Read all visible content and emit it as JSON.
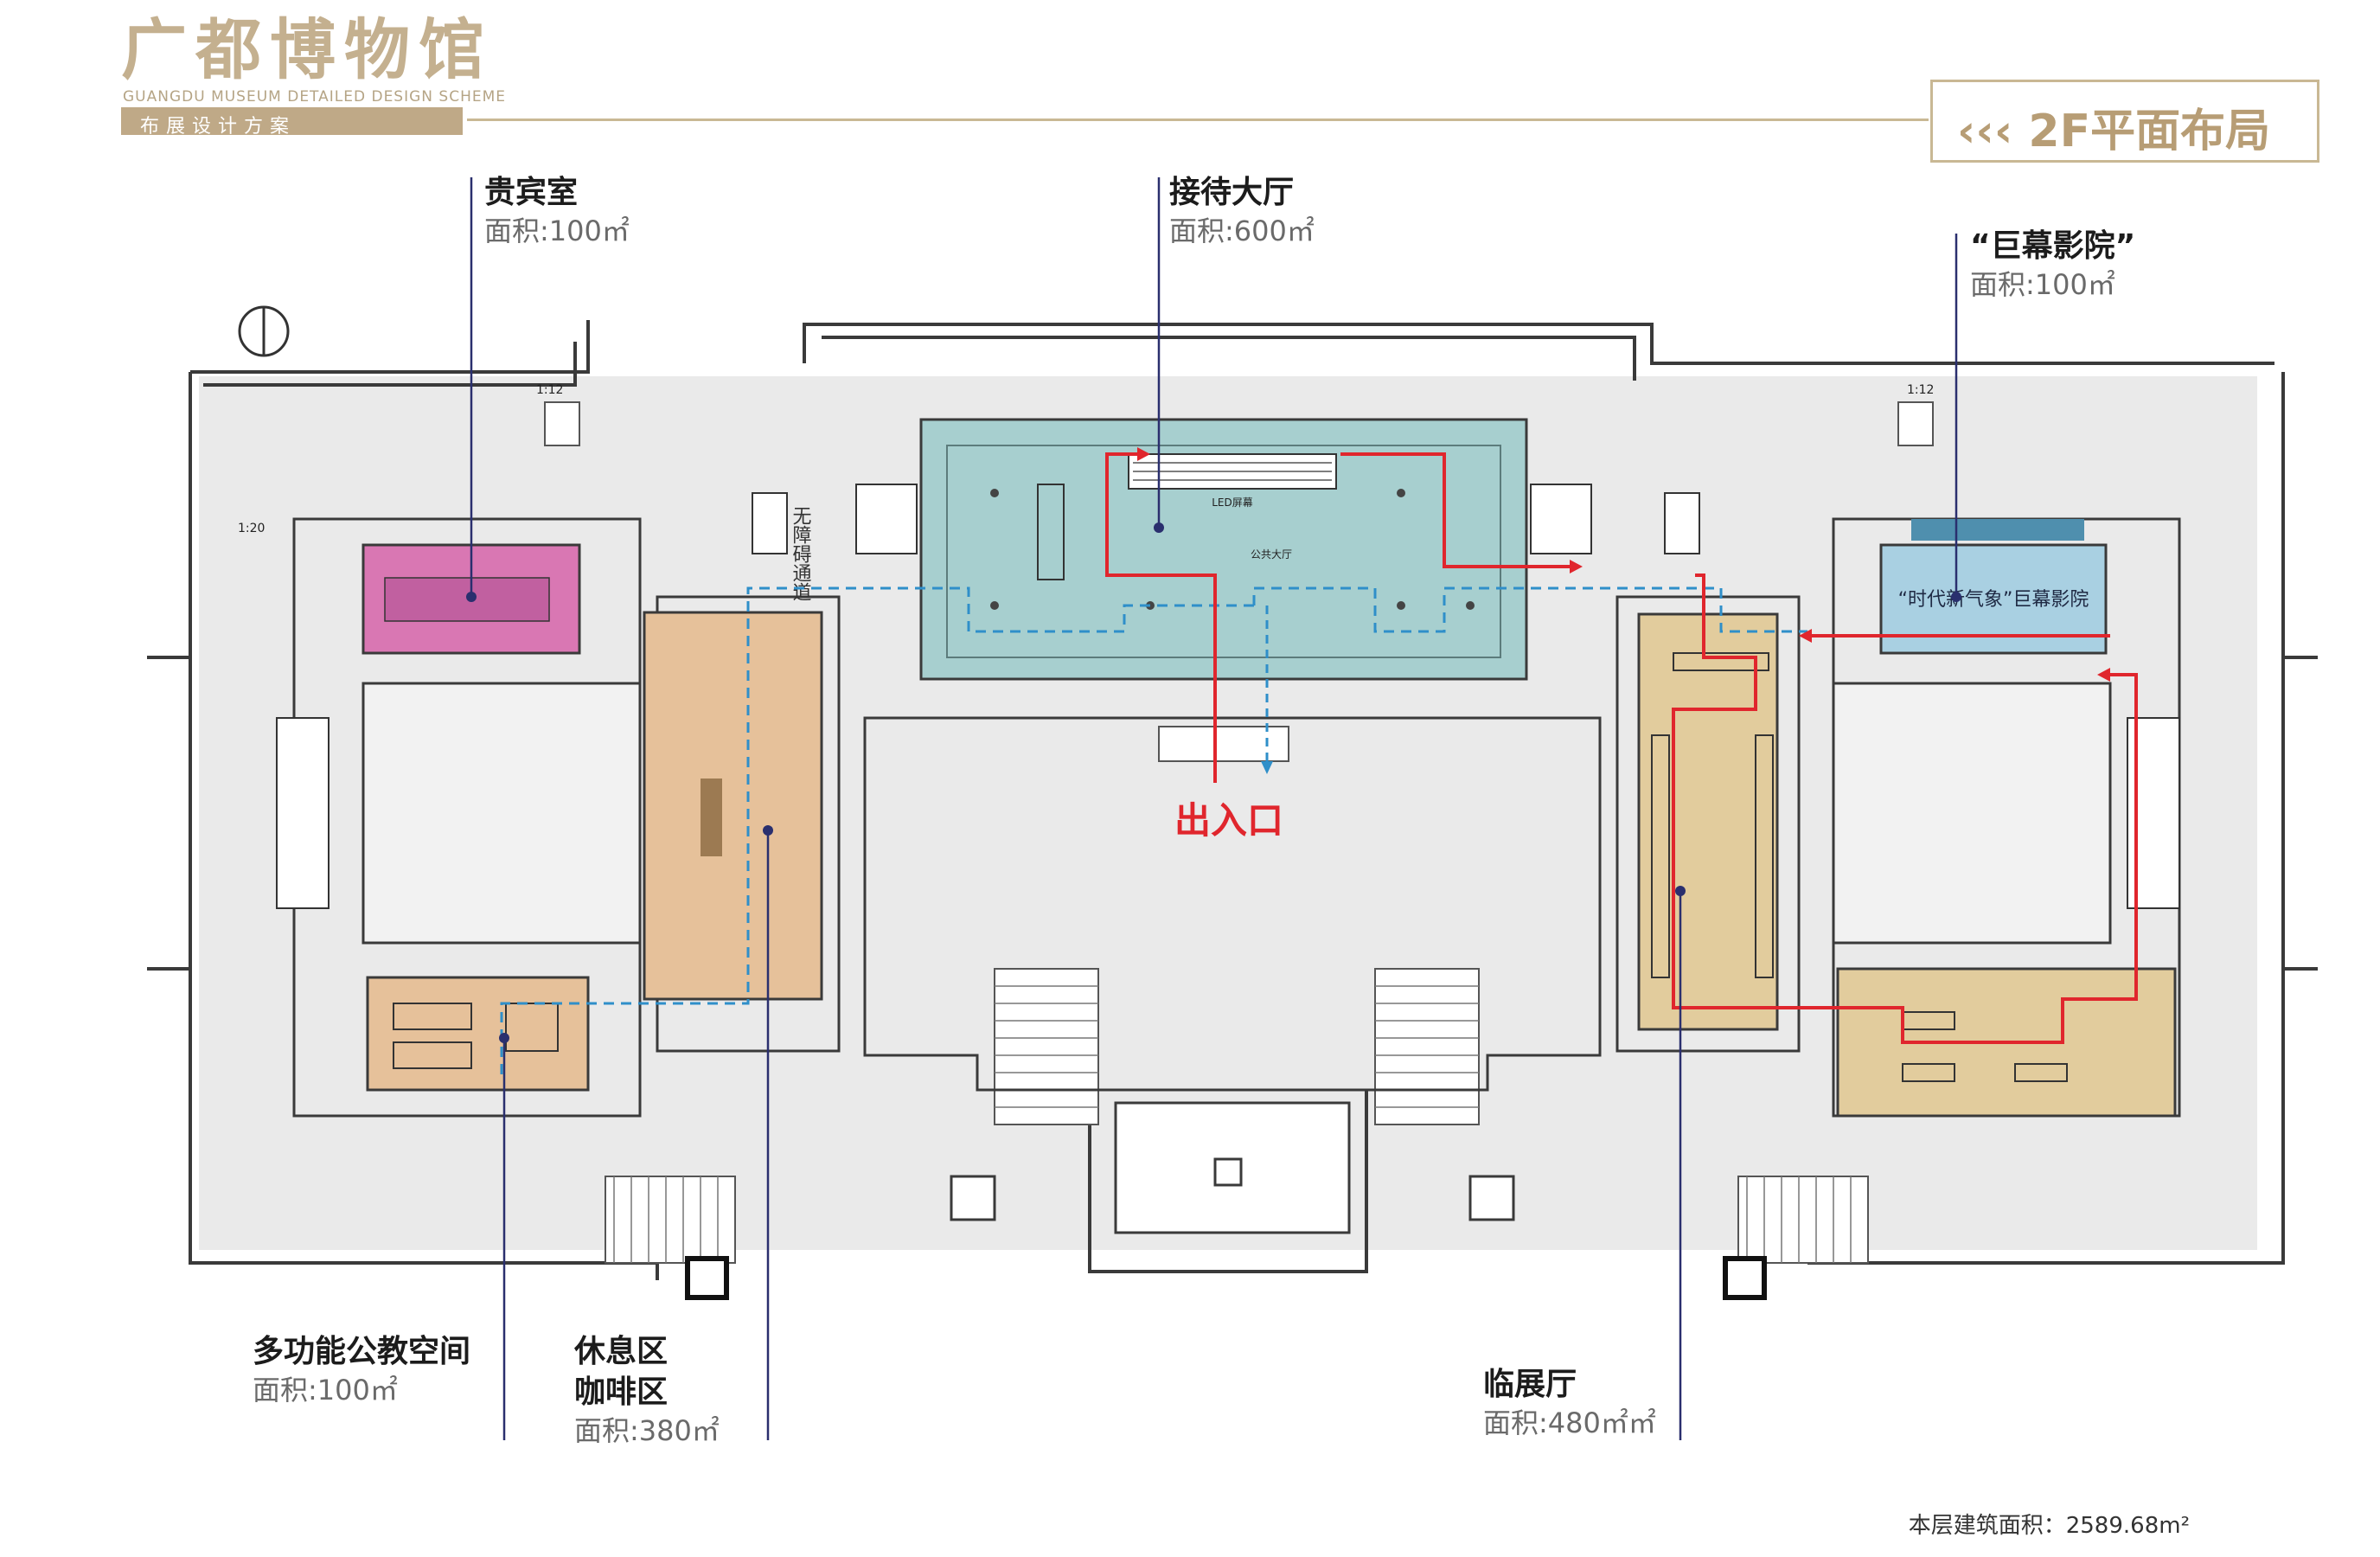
{
  "brand": {
    "title": "广都博物馆",
    "subtitle": "GUANGDU MUSEUM DETAILED DESIGN SCHEME",
    "tag": "布展设计方案"
  },
  "page_title": "‹‹‹ 2F平面布局",
  "entrance_label": "出入口",
  "floor_total": "本层建筑面积：2589.68m²",
  "rooms": {
    "vip": {
      "name": "贵宾室",
      "area": "面积:100㎡"
    },
    "reception": {
      "name": "接待大厅",
      "area": "面积:600㎡"
    },
    "cinema": {
      "name": "“巨幕影院”",
      "area": "面积:100㎡"
    },
    "education": {
      "name": "多功能公教空间",
      "area": "面积:100㎡"
    },
    "cafe": {
      "name_line1": "休息区",
      "name_line2": "咖啡区",
      "area": "面积:380㎡"
    },
    "exhibition": {
      "name": "临展厅",
      "area": "面积:480㎡㎡"
    }
  },
  "plan_text": {
    "accessible_passage": "无障碍通道",
    "cinema_inner": "“时代新气象”巨幕影院",
    "ramp_a": "1:12",
    "ramp_b": "1:12",
    "ramp_c": "1:20",
    "led": "LED屏幕",
    "public_hall": "公共大厅"
  },
  "colors": {
    "brand": "#c4b08f",
    "vip": "#d977b3",
    "reception": "#a7cfcf",
    "cinema": "#a9d0e2",
    "education": "#e6c19a",
    "cafe": "#e6c19a",
    "exhibition": "#e2cc9d",
    "route_red": "#e0262d",
    "route_blue": "#2f8fc9",
    "leader": "#2a2f6e"
  }
}
